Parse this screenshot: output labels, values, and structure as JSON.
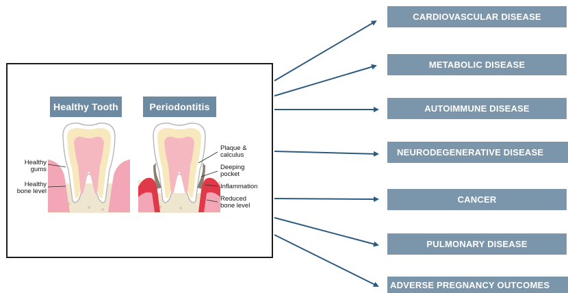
{
  "panel": {
    "healthy_title": "Healthy Tooth",
    "perio_title": "Periodontitis",
    "labels": {
      "healthy_gums": "Healthy\ngums",
      "healthy_bone": "Healthy\nbone level",
      "plaque": "Plaque &\ncalculus",
      "pocket": "Deeping\npocket",
      "inflammation": "Inflammation",
      "reduced_bone": "Reduced\nbone level"
    }
  },
  "diseases": [
    "CARDIOVASCULAR DISEASE",
    "METABOLIC DISEASE",
    "AUTOIMMUNE DISEASE",
    "NEURODEGENERATIVE DISEASE",
    "CANCER",
    "PULMONARY DISEASE",
    "ADVERSE PREGNANCY OUTCOMES"
  ],
  "colors": {
    "box": "#7b95ab",
    "arrow": "#2c5a7e",
    "header": "#6d8aa3",
    "gum": "#f2a6b6",
    "inflamed_gum": "#e03a4a",
    "bone": "#efe6cf",
    "enamel": "#ffffff",
    "dentin": "#f7e8bd",
    "pulp": "#f6b8c0"
  }
}
